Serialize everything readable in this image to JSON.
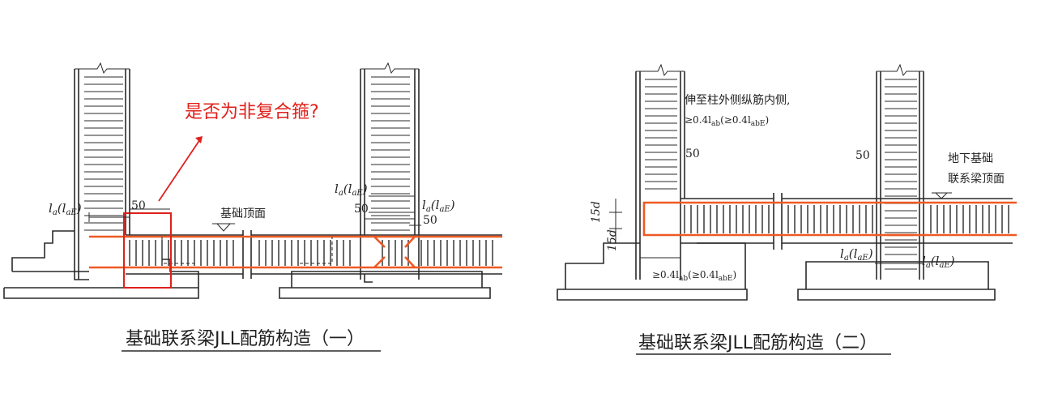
{
  "diagram1": {
    "caption": "基础联系梁JLL配筋构造（一）",
    "question": "是否为非复合箍?",
    "label_top_surface": "基础顶面",
    "label_la_left": [
      "l",
      "a",
      "(",
      "l",
      "aE",
      ")"
    ],
    "label_50_left": "50",
    "label_la_right": [
      "l",
      "a",
      "(",
      "l",
      "aE",
      ")"
    ],
    "label_la_right2": [
      "l",
      "a",
      "(",
      "l",
      "aE",
      ")"
    ],
    "label_50_r1": "50",
    "label_50_r2": "50"
  },
  "diagram2": {
    "caption": "基础联系梁JLL配筋构造（二）",
    "note_line1": "伸至柱外侧纵筋内侧,",
    "note_line2": "≥0.4l",
    "note_line2_sub": "ab",
    "note_line2_b": "(≥0.4l",
    "note_line2_sub_b": "abE",
    "note_line2_c": ")",
    "label_50_a": "50",
    "label_50_b": "50",
    "label_15d_a": "15d",
    "label_15d_b": "15d",
    "label_bottom": "≥0.4l",
    "label_bottom_sub": "ab",
    "label_bottom_b": "(≥0.4l",
    "label_bottom_sub_b": "abE",
    "label_bottom_c": ")",
    "label_basement_1": "地下基础",
    "label_basement_2": "联系梁顶面",
    "label_la_l": [
      "l",
      "a",
      "(",
      "l",
      "aE",
      ")"
    ],
    "label_la_r": [
      "l",
      "a",
      "(",
      "l",
      "aE",
      ")"
    ]
  },
  "colors": {
    "rebar": "#ee5a24",
    "highlight": "#e0201a",
    "line": "#2a2a2a"
  }
}
